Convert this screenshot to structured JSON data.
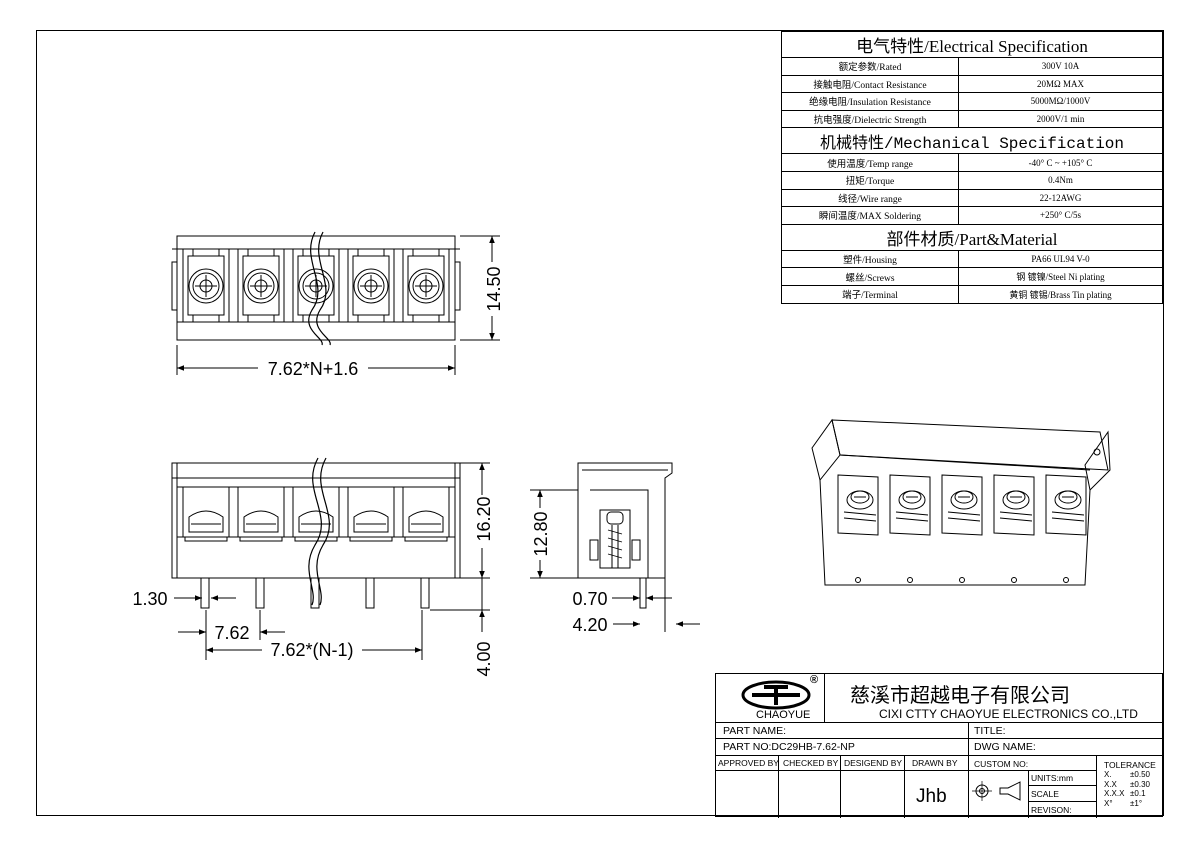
{
  "spec": {
    "electrical_heading": "电气特性/Electrical Specification",
    "electrical_rows": [
      {
        "label": "额定参数/Rated",
        "value": "300V  10A"
      },
      {
        "label": "接触电阻/Contact Resistance",
        "value": "20MΩ MAX"
      },
      {
        "label": "绝缘电阻/Insulation Resistance",
        "value": "5000MΩ/1000V"
      },
      {
        "label": "抗电强度/Dielectric Strength",
        "value": "2000V/1 min"
      }
    ],
    "mechanical_heading": "机械特性/Mechanical Specification",
    "mechanical_rows": [
      {
        "label": "使用温度/Temp range",
        "value": "-40° C ~ +105° C"
      },
      {
        "label": "扭矩/Torque",
        "value": "0.4Nm"
      },
      {
        "label": "线径/Wire range",
        "value": "22-12AWG"
      },
      {
        "label": "瞬间温度/MAX Soldering",
        "value": "+250° C/5s"
      }
    ],
    "material_heading": "部件材质/Part&Material",
    "material_rows": [
      {
        "label": "塑件/Housing",
        "value": "PA66 UL94 V-0"
      },
      {
        "label": "螺丝/Screws",
        "value": "钢 镀镍/Steel Ni plating"
      },
      {
        "label": "端子/Terminal",
        "value": "黄铜 镀锡/Brass Tin  plating"
      }
    ]
  },
  "dimensions": {
    "top_width": "7.62*N+1.6",
    "top_height": "14.50",
    "front_height": "16.20",
    "pin_width": "1.30",
    "pitch": "7.62",
    "pitch_total": "7.62*(N-1)",
    "pin_length": "4.00",
    "side_height": "12.80",
    "side_pin": "0.70",
    "side_offset": "4.20"
  },
  "title_block": {
    "logo_text": "CHAOYUE",
    "logo_mark": "®",
    "company_cn": "慈溪市超越电子有限公司",
    "company_en": "CIXI CTTY CHAOYUE ELECTRONICS CO.,LTD",
    "part_name_label": "PART NAME:",
    "title_label": "TITLE:",
    "part_no_label": "PART NO:DC29HB-7.62-NP",
    "dwg_name_label": "DWG NAME:",
    "approved_by": "APPROVED BY",
    "checked_by": "CHECKED BY",
    "designed_by": "DESIGEND BY",
    "drawn_by": "DRAWN BY",
    "drawn_by_value": "Jhb",
    "custom_no": "CUSTOM NO:",
    "units": "UNITS:mm",
    "scale": "SCALE",
    "revision": "REVISON:",
    "tolerance": "TOLERANCE",
    "tol_rows": [
      {
        "k": "X.",
        "v": "±0.50"
      },
      {
        "k": "X.X",
        "v": "±0.30"
      },
      {
        "k": "X.X.X",
        "v": "±0.1"
      },
      {
        "k": "X°",
        "v": "±1°"
      }
    ]
  }
}
